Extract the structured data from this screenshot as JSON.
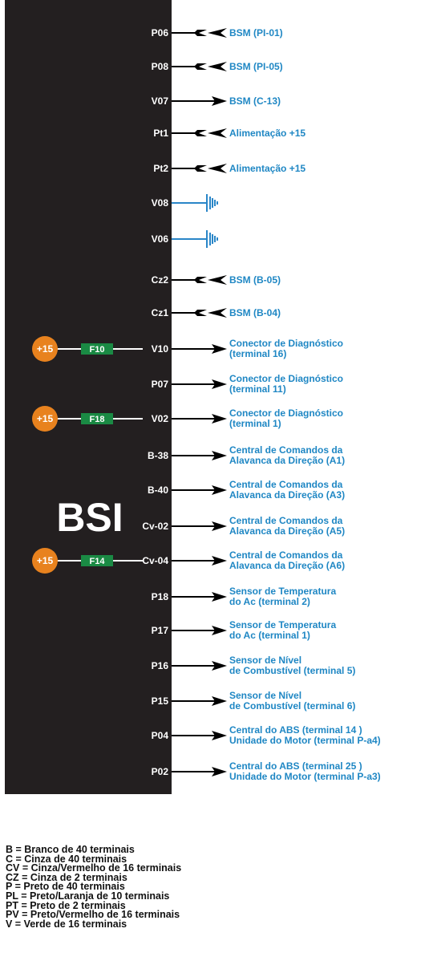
{
  "module_label": "BSI",
  "colors": {
    "module": "#231f20",
    "wire": "#000000",
    "label_blue": "#1f87c4",
    "ground_blue": "#2a86c8",
    "fuse_green": "#1a8a44",
    "power_orange": "#e8821e"
  },
  "pins": [
    {
      "pin": "P06",
      "connector": "double-arrow",
      "lines": [
        "BSM (PI-01)"
      ]
    },
    {
      "pin": "P08",
      "connector": "double-arrow",
      "lines": [
        "BSM (PI-05)"
      ]
    },
    {
      "pin": "V07",
      "connector": "arrow",
      "lines": [
        "BSM (C-13)"
      ]
    },
    {
      "pin": "Pt1",
      "connector": "double-arrow",
      "lines": [
        "Alimentação +15"
      ]
    },
    {
      "pin": "Pt2",
      "connector": "double-arrow",
      "lines": [
        "Alimentação +15"
      ]
    },
    {
      "pin": "V08",
      "connector": "ground",
      "lines": []
    },
    {
      "pin": "V06",
      "connector": "ground",
      "lines": []
    },
    {
      "pin": "Cz2",
      "connector": "double-arrow",
      "lines": [
        "BSM (B-05)"
      ]
    },
    {
      "pin": "Cz1",
      "connector": "double-arrow",
      "lines": [
        "BSM (B-04)"
      ]
    },
    {
      "pin": "V10",
      "connector": "arrow",
      "lines": [
        "Conector de Diagnóstico",
        "(terminal 16)"
      ],
      "supply": {
        "label": "+15",
        "fuse": "F10"
      }
    },
    {
      "pin": "P07",
      "connector": "arrow",
      "lines": [
        "Conector de Diagnóstico",
        "(terminal 11)"
      ]
    },
    {
      "pin": "V02",
      "connector": "arrow",
      "lines": [
        "Conector de Diagnóstico",
        "(terminal 1)"
      ],
      "supply": {
        "label": "+15",
        "fuse": "F18"
      }
    },
    {
      "pin": "B-38",
      "connector": "arrow",
      "lines": [
        "Central de Comandos da",
        "Alavanca da Direção (A1)"
      ]
    },
    {
      "pin": "B-40",
      "connector": "arrow",
      "lines": [
        "Central de Comandos da",
        "Alavanca da Direção (A3)"
      ]
    },
    {
      "pin": "Cv-02",
      "connector": "arrow",
      "lines": [
        "Central de Comandos da",
        "Alavanca da Direção (A5)"
      ]
    },
    {
      "pin": "Cv-04",
      "connector": "arrow",
      "lines": [
        "Central de Comandos da",
        "Alavanca da Direção (A6)"
      ],
      "supply": {
        "label": "+15",
        "fuse": "F14"
      }
    },
    {
      "pin": "P18",
      "connector": "arrow",
      "lines": [
        "Sensor de Temperatura",
        "do Ac (terminal 2)"
      ]
    },
    {
      "pin": "P17",
      "connector": "arrow",
      "lines": [
        "Sensor de Temperatura",
        "do Ac (terminal 1)"
      ]
    },
    {
      "pin": "P16",
      "connector": "arrow",
      "lines": [
        "Sensor de Nível",
        "de Combustível (terminal 5)"
      ]
    },
    {
      "pin": "P15",
      "connector": "arrow",
      "lines": [
        "Sensor de Nível",
        "de Combustível (terminal 6)"
      ]
    },
    {
      "pin": "P04",
      "connector": "arrow",
      "lines": [
        "Central do ABS (terminal 14 )",
        "Unidade do Motor (terminal P-a4)"
      ]
    },
    {
      "pin": "P02",
      "connector": "arrow",
      "lines": [
        "Central do ABS (terminal 25 )",
        "Unidade do Motor (terminal P-a3)"
      ]
    }
  ],
  "legend": [
    "B = Branco de 40 terminais",
    "C = Cinza de 40 terminais",
    "CV = Cinza/Vermelho de 16 terminais",
    "CZ = Cinza de 2 terminais",
    "P = Preto de 40 terminais",
    "PL = Preto/Laranja de 10 terminais",
    "PT = Preto de 2 terminais",
    "PV = Preto/Vermelho de 16 terminais",
    "V = Verde de 16 terminais"
  ]
}
